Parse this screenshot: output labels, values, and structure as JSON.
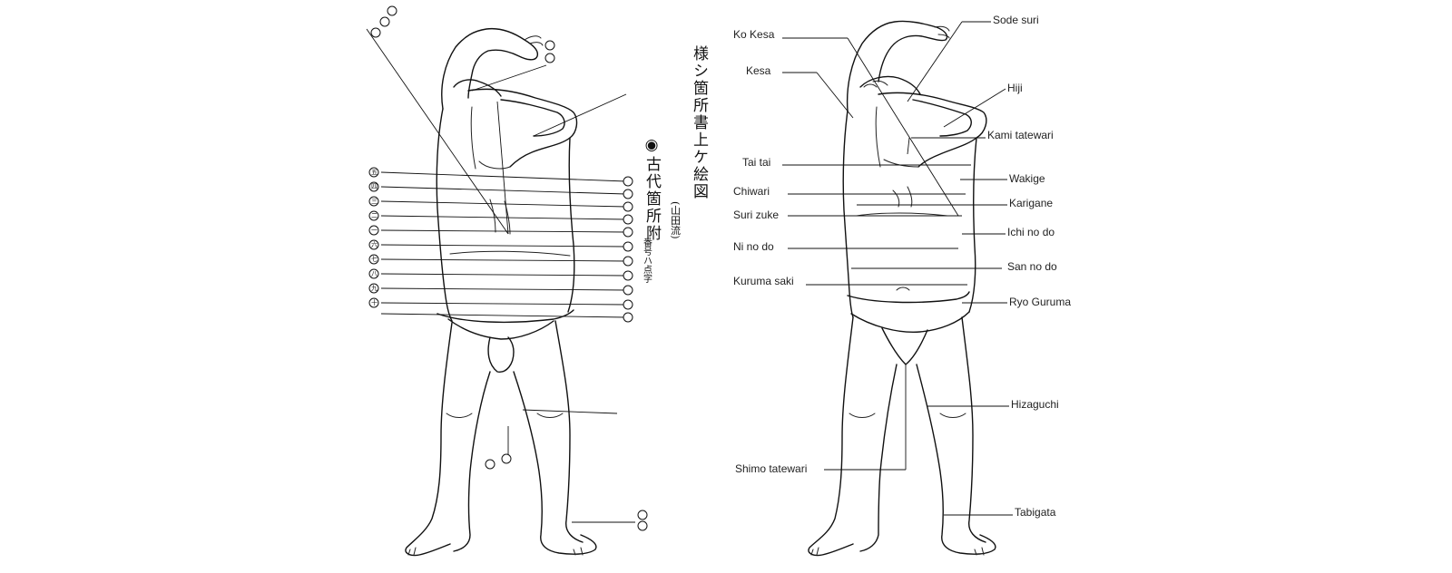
{
  "left_figure": {
    "title_vertical": "様シ箇所書上ケ絵図",
    "subtitle_vertical": "◉古代箇所附",
    "school": "(山田流)",
    "small_note": "番号ハ点字"
  },
  "right_figure": {
    "labels_left": [
      {
        "key": "ko_kesa",
        "text": "Ko Kesa"
      },
      {
        "key": "kesa",
        "text": "Kesa"
      },
      {
        "key": "tai_tai",
        "text": "Tai tai"
      },
      {
        "key": "chiwari",
        "text": "Chiwari"
      },
      {
        "key": "suri_zuke",
        "text": "Suri zuke"
      },
      {
        "key": "ni_no_do",
        "text": "Ni no do"
      },
      {
        "key": "kuruma_saki",
        "text": "Kuruma saki"
      },
      {
        "key": "shimo_tatewari",
        "text": "Shimo tatewari"
      }
    ],
    "labels_right": [
      {
        "key": "sode_suri",
        "text": "Sode suri"
      },
      {
        "key": "hiji",
        "text": "Hiji"
      },
      {
        "key": "kami_tatewari",
        "text": "Kami tatewari"
      },
      {
        "key": "wakige",
        "text": "Wakige"
      },
      {
        "key": "karigane",
        "text": "Karigane"
      },
      {
        "key": "ichi_no_do",
        "text": "Ichi no do"
      },
      {
        "key": "san_no_do",
        "text": "San no do"
      },
      {
        "key": "ryo_guruma",
        "text": "Ryo Guruma"
      },
      {
        "key": "hizaguchi",
        "text": "Hizaguchi"
      },
      {
        "key": "tabigata",
        "text": "Tabigata"
      }
    ]
  }
}
